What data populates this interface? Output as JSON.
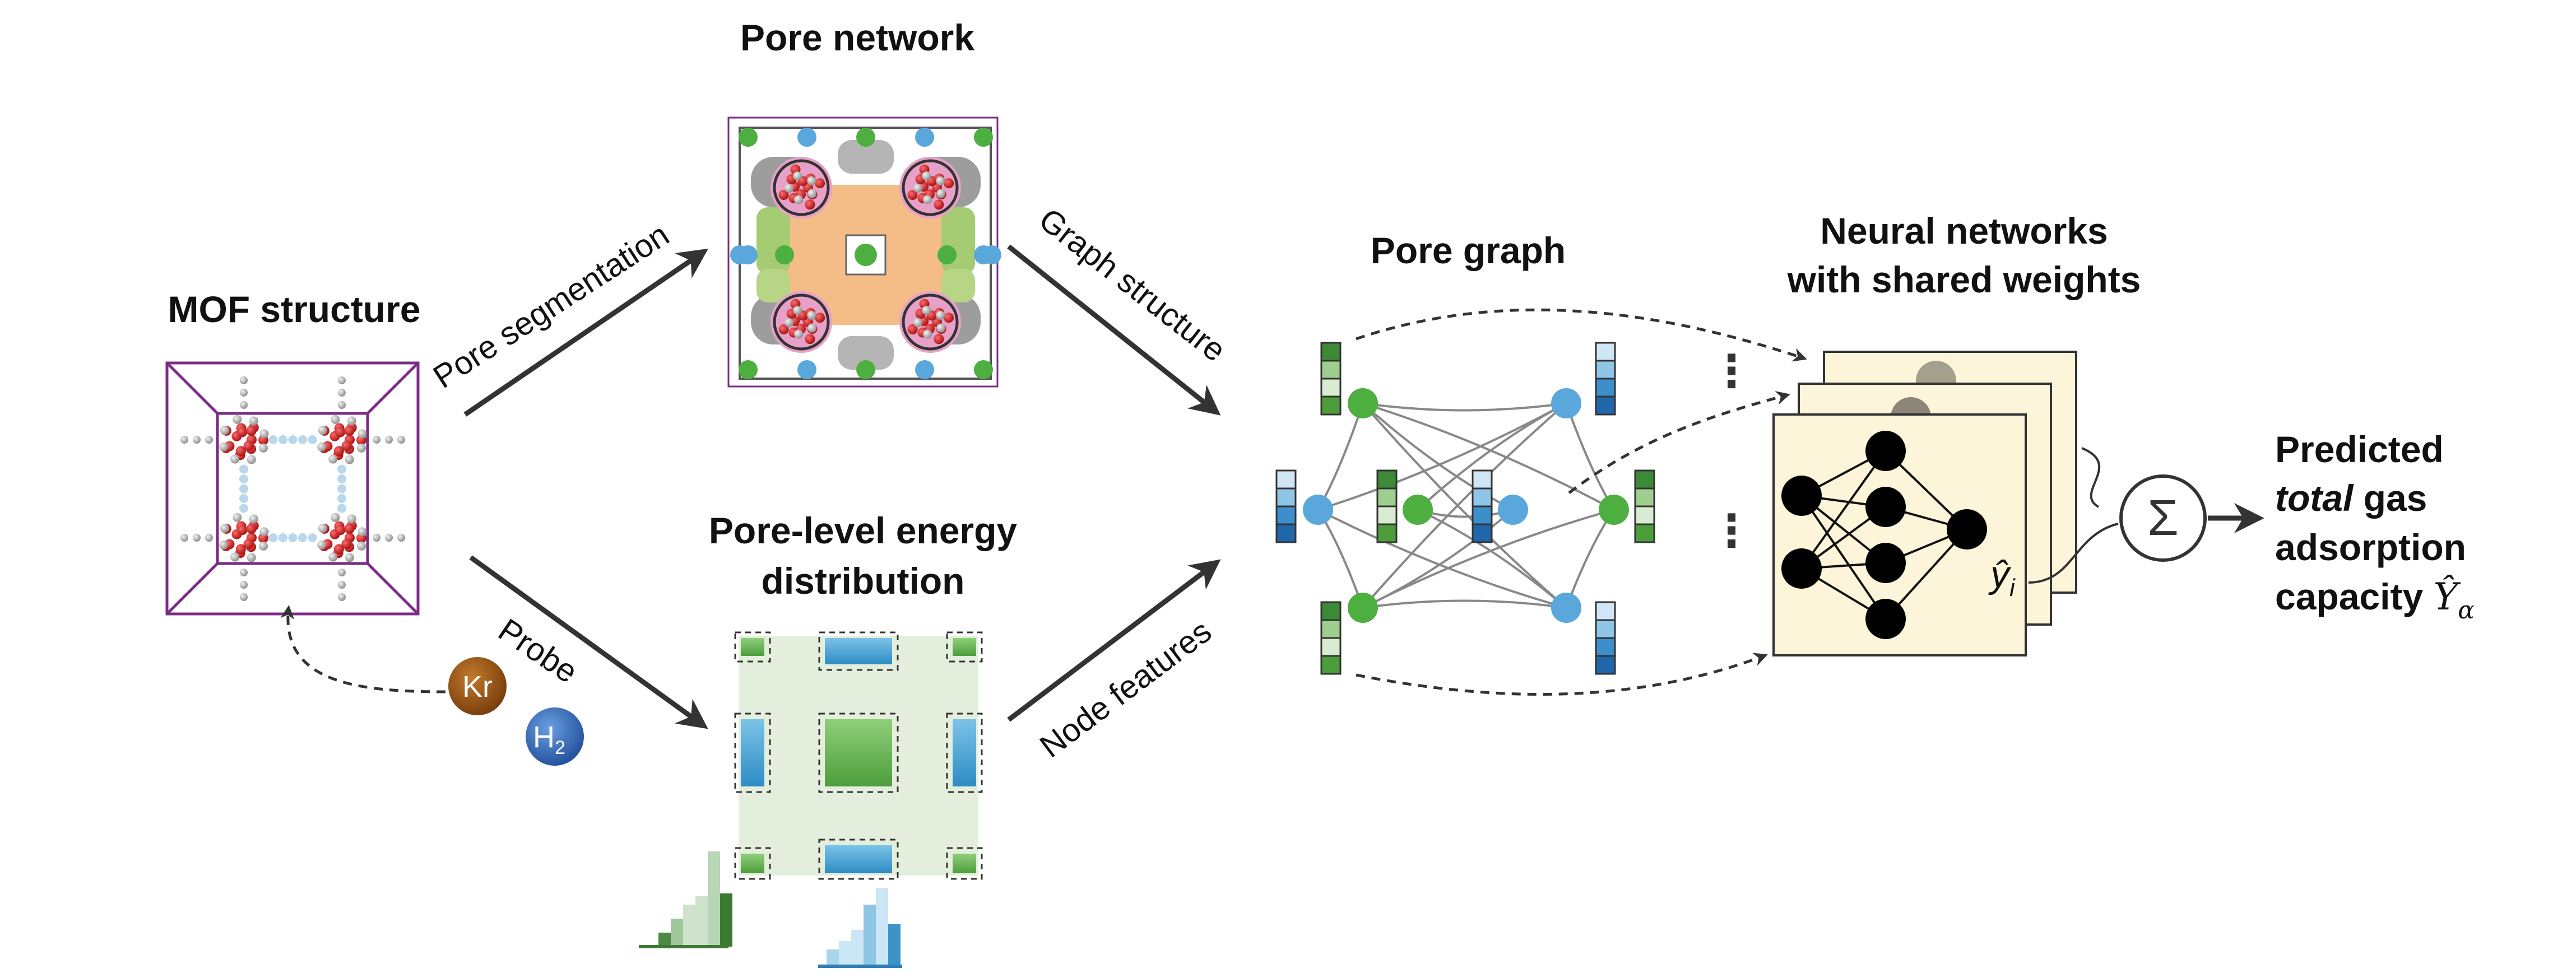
{
  "titles": {
    "mof": "MOF structure",
    "pore_network": "Pore network",
    "energy_line1": "Pore-level energy",
    "energy_line2": "distribution",
    "pore_graph": "Pore graph",
    "nn_line1": "Neural networks",
    "nn_line2": "with shared weights"
  },
  "arrows": {
    "pore_segmentation": "Pore segmentation",
    "probe": "Probe",
    "graph_structure": "Graph structure",
    "node_features": "Node features"
  },
  "probes": {
    "kr": "Kr",
    "h2_main": "H",
    "h2_sub": "2"
  },
  "nn": {
    "output_symbol": "ŷ",
    "output_subscript": "i",
    "sum_symbol": "Σ",
    "ellipsis": "⋮"
  },
  "prediction": {
    "line1": "Predicted",
    "line2_italic": "total",
    "line2_rest": " gas",
    "line3": "adsorption",
    "line4": "capacity ",
    "symbol": "Ŷ",
    "subscript": "α"
  },
  "colors": {
    "green_node": "#4caf3f",
    "blue_node": "#5aa7dc",
    "mof_frame": "#7b2b86",
    "metal_red": "#c41e1e",
    "kr_probe": "#8a4b12",
    "h2_probe": "#2f67b3",
    "nn_panel": "#fdf5d9",
    "energy_bg": "#e3eedc"
  }
}
